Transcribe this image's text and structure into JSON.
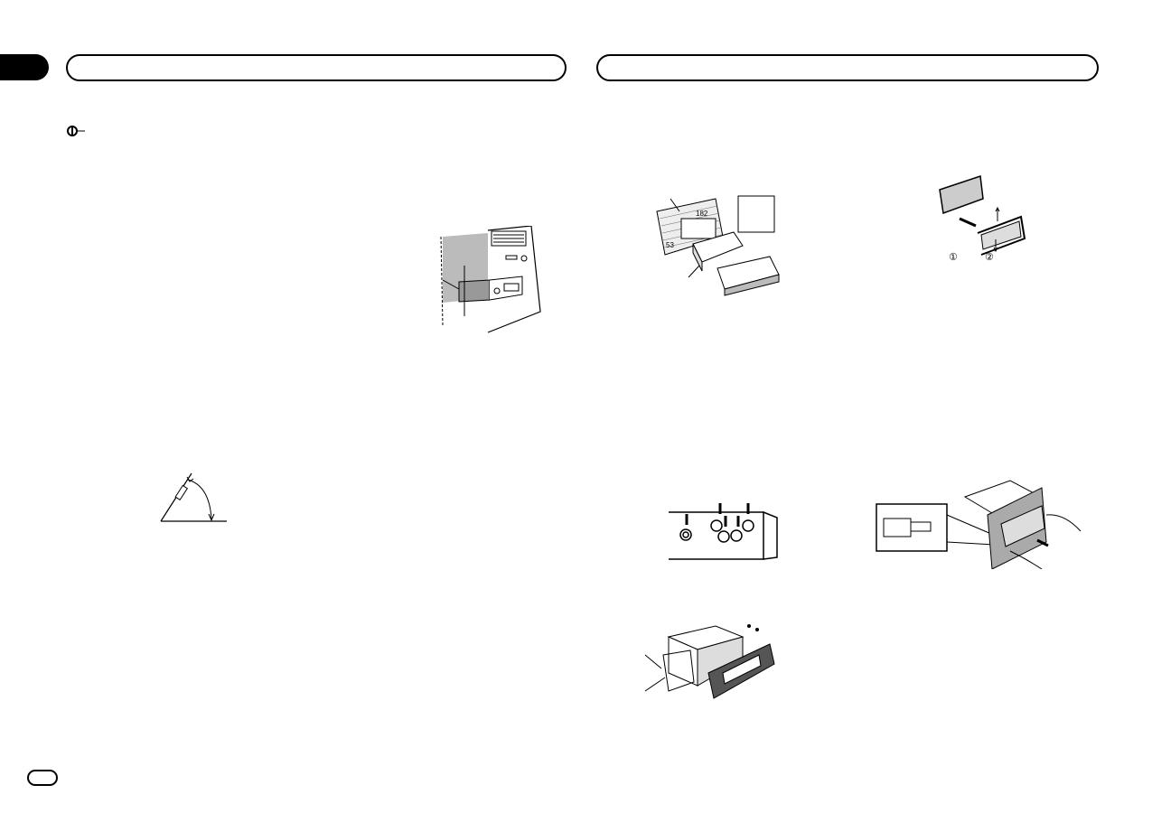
{
  "document": {
    "type": "installation-manual-spread",
    "left_page": {
      "header_title": "",
      "page_number": "",
      "important_icon": "important-caution-icon",
      "figures": [
        {
          "id": "dash-mounting",
          "description": "Unit inserted into dashboard opening"
        },
        {
          "id": "mounting-angle",
          "description": "Mounting angle diagram with arc arrow"
        }
      ]
    },
    "right_page": {
      "header_title": "",
      "figures": [
        {
          "id": "din-sleeve",
          "description": "Mounting sleeve and dashboard with label 182 and 53",
          "labels": [
            "182",
            "53"
          ]
        },
        {
          "id": "trim-ring",
          "description": "Removing trim ring",
          "labels": [
            "①",
            "②"
          ]
        },
        {
          "id": "screw-holes",
          "description": "Side screw holes with arrows"
        },
        {
          "id": "removal-keys",
          "description": "Removing unit with extraction keys"
        },
        {
          "id": "side-bracket",
          "description": "Installation with side brackets and screws"
        }
      ]
    }
  }
}
